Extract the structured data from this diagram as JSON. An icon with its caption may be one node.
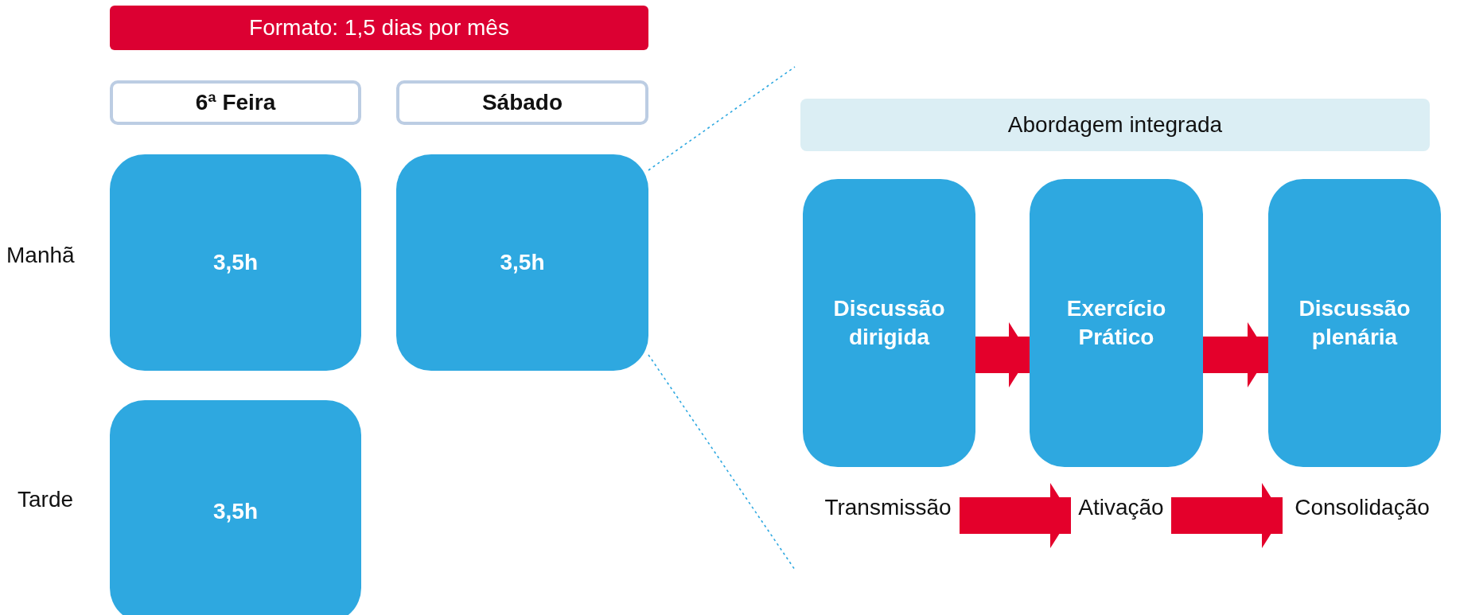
{
  "diagram": {
    "nodes": [
      {
        "text": [
          "Formato: 1,5 dias por mês"
        ]
      },
      {
        "text": [
          "6ª Feira"
        ]
      },
      {
        "text": [
          "Sábado"
        ]
      },
      {
        "text": [
          "3,5h"
        ]
      },
      {
        "text": [
          "3,5h"
        ]
      },
      {
        "text": [
          "3,5h"
        ]
      },
      {
        "text": [
          "Abordagem integrada"
        ]
      },
      {
        "text": [
          "Discussão dirigida"
        ]
      },
      {
        "text": [
          "Exercício Prático"
        ]
      },
      {
        "text": [
          "Discussão plenária"
        ]
      },
      {
        "text": [
          "Transmissão"
        ]
      },
      {
        "text": [
          "Ativação"
        ]
      },
      {
        "text": [
          "Consolidação"
        ]
      }
    ],
    "edges": [
      {
        "from": 7,
        "to": 8,
        "arrow": "to"
      },
      {
        "from": 8,
        "to": 9,
        "arrow": "to"
      },
      {
        "from": 10,
        "to": 11,
        "arrow": "to"
      },
      {
        "from": 11,
        "to": 12,
        "arrow": "to"
      },
      {
        "from": 4,
        "to": null,
        "arrow": "none",
        "style": "dashed",
        "color": "#2ea8e0"
      },
      {
        "from": 4,
        "to": null,
        "arrow": "none",
        "style": "dashed",
        "color": "#2ea8e0"
      }
    ],
    "labels": [
      "Manhã",
      "Tarde"
    ]
  }
}
